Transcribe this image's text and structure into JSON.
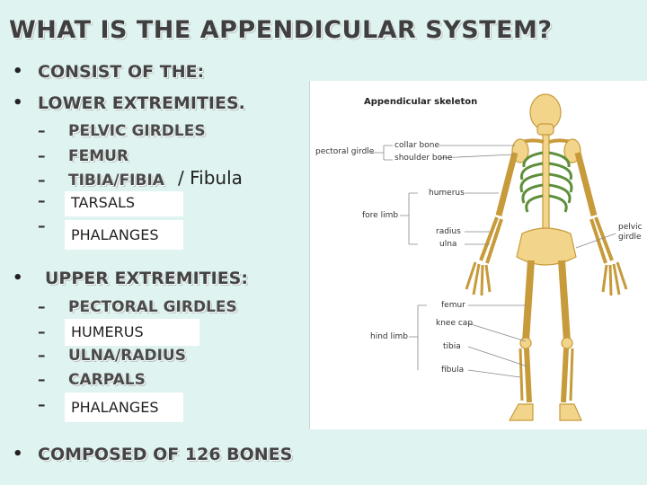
{
  "title": "WHAT IS THE APPENDICULAR SYSTEM?",
  "bullets": {
    "consist": "CONSIST OF THE:",
    "lower": "LOWER EXTREMITIES.",
    "upper": "UPPER EXTREMITIES:",
    "composed": "COMPOSED OF 126 BONES"
  },
  "lower_items": [
    "PELVIC GIRDLES",
    "FEMUR",
    "TIBIA/FIBIA"
  ],
  "fibula_note": "/ Fibula",
  "lower_boxes": [
    "TARSALS",
    "PHALANGES"
  ],
  "upper_items": [
    "PECTORAL GIRDLES",
    "HUMERUS",
    "ULNA/RADIUS",
    "CARPALS",
    "PHALANGES"
  ],
  "figure": {
    "title": "Appendicular skeleton",
    "labels": {
      "pectoral_girdle": "pectoral girdle",
      "collar_bone": "collar bone",
      "shoulder_bone": "shoulder bone",
      "fore_limb": "fore limb",
      "humerus": "humerus",
      "radius": "radius",
      "ulna": "ulna",
      "pelvic_girdle": "pelvic girdle",
      "hind_limb": "hind limb",
      "femur": "femur",
      "knee_cap": "knee cap",
      "tibia": "tibia",
      "fibula": "fibula"
    },
    "colors": {
      "bone": "#f2d58a",
      "bone_outline": "#c79a3a",
      "ribs": "#5f8f3a"
    }
  }
}
